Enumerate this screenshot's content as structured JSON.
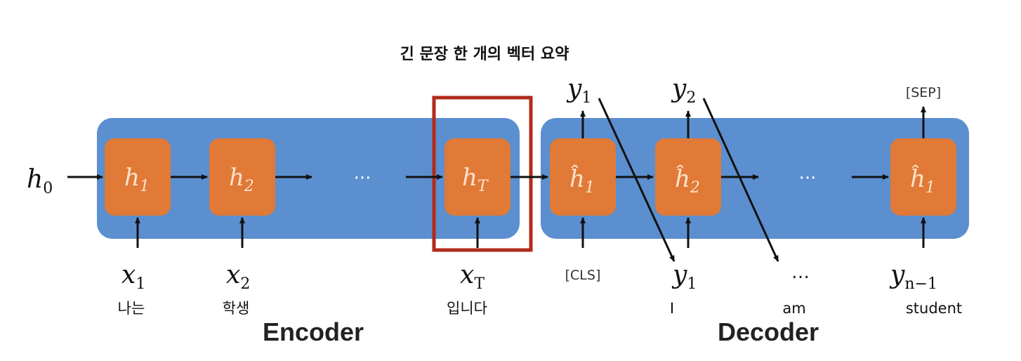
{
  "title": "긴 문장 한 개의 벡터 요약",
  "encoder": {
    "label": "Encoder",
    "initial_state": "h",
    "initial_state_sub": "0",
    "ellipsis": "···",
    "cells": [
      {
        "state": "h",
        "sub": "1",
        "input": "x",
        "input_sub": "1",
        "word": "나는"
      },
      {
        "state": "h",
        "sub": "2",
        "input": "x",
        "input_sub": "2",
        "word": "학생"
      },
      {
        "state": "h",
        "sub": "T",
        "input": "x",
        "input_sub": "T",
        "word": "입니다"
      }
    ]
  },
  "decoder": {
    "label": "Decoder",
    "ellipsis": "···",
    "cells": [
      {
        "state": "ĥ",
        "sub": "1",
        "output": "y",
        "output_sub": "1",
        "input_token": "[CLS]"
      },
      {
        "state": "ĥ",
        "sub": "2",
        "output": "y",
        "output_sub": "2",
        "input": "y",
        "input_sub": "1",
        "word": "I"
      },
      {
        "state": "ĥ",
        "sub": "1",
        "output_token": "[SEP]",
        "input": "y",
        "input_sub": "n−1",
        "word": "student"
      }
    ],
    "middle_input": "…",
    "middle_word": "am"
  },
  "colors": {
    "panel": "#5b8fcf",
    "cell": "#e07a36",
    "highlight": "#b22b1b",
    "arrow": "#111111"
  }
}
